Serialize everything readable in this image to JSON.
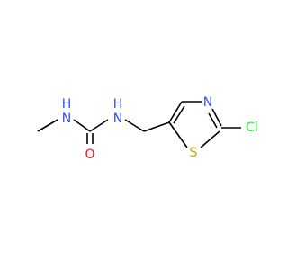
{
  "atoms": {
    "n_methyl_amide": "N",
    "h_methyl_amide": "H",
    "n_ch2_amide": "N",
    "h_ch2_amide": "H",
    "o_carbonyl": "O",
    "n_thiazole": "N",
    "s_thiazole": "S",
    "cl": "Cl"
  },
  "colors": {
    "bond": "#000000",
    "nitrogen": "#3050f8",
    "oxygen": "#ff0d0d",
    "sulfur": "#c8a800",
    "chlorine": "#1ff01f"
  }
}
